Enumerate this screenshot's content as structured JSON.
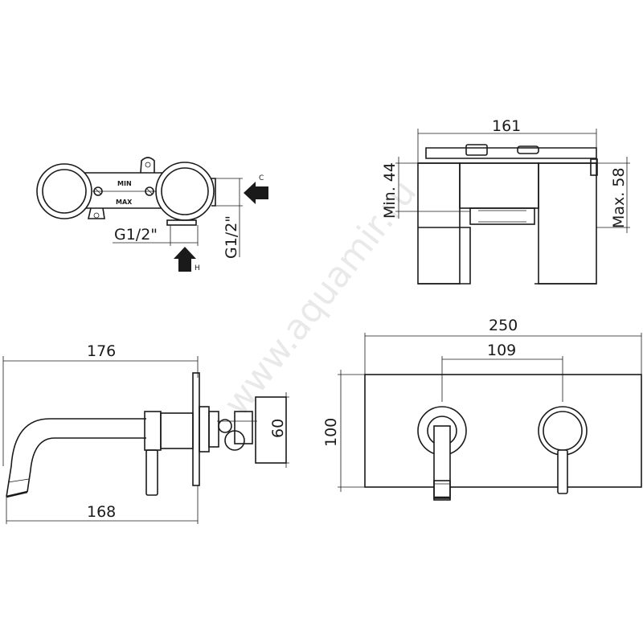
{
  "watermark": "www.aquamir.ru",
  "top_view": {
    "label_min": "MIN",
    "label_max": "MAX",
    "inlet_left": "G1/2\"",
    "inlet_right": "G1/2\"",
    "arrow_c": "C",
    "arrow_h": "H"
  },
  "depth_view": {
    "width": "161",
    "min_depth": "Min. 44",
    "max_depth": "Max. 58"
  },
  "side_view": {
    "spout_length": "176",
    "spout_reach": "168",
    "body_height": "60"
  },
  "front_view": {
    "plate_width": "250",
    "centers": "109",
    "plate_height": "100"
  }
}
